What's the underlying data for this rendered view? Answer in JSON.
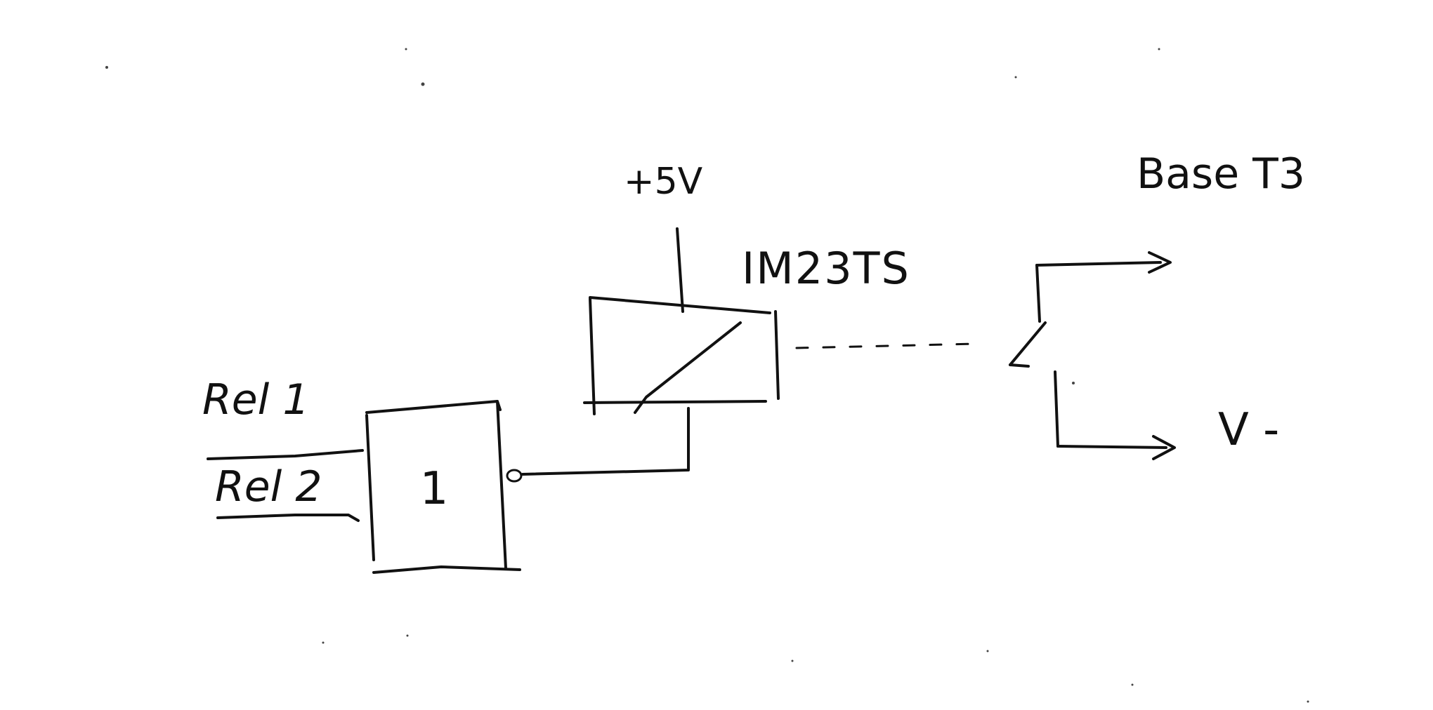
{
  "diagram": {
    "labels": {
      "input_1": "Rel 1",
      "input_2": "Rel 2",
      "gate_symbol": "1",
      "supply": "+5V",
      "relay_part": "IM23TS",
      "output_top": "Base T3",
      "output_bottom": "V -"
    },
    "colors": {
      "ink": "#111111",
      "paper": "#ffffff"
    },
    "elements": [
      "or-gate-with-inverted-output",
      "relay-coil",
      "relay-switch-contact",
      "mechanical-link-dashed"
    ]
  }
}
